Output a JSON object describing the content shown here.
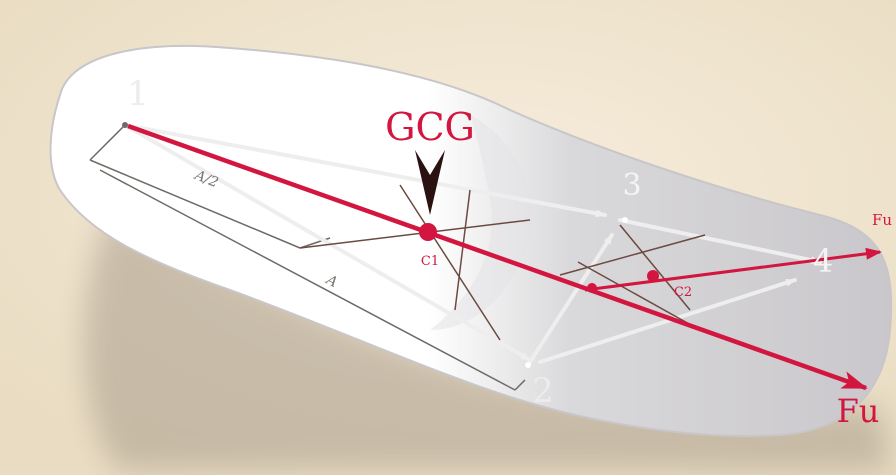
{
  "diagram": {
    "title": "GCG",
    "points": [
      {
        "id": "p1",
        "label": "1"
      },
      {
        "id": "p2",
        "label": "2"
      },
      {
        "id": "p3",
        "label": "3"
      },
      {
        "id": "p4",
        "label": "4"
      }
    ],
    "centers": [
      {
        "id": "c1",
        "label": "C1"
      },
      {
        "id": "c2",
        "label": "C2"
      }
    ],
    "force_labels": {
      "main": "Fu",
      "secondary": "Fu"
    },
    "dimension_labels": {
      "half": "A/2",
      "full": "A"
    },
    "colors": {
      "force": "#d2163f",
      "construction": "#e8e8e8",
      "bisector": "#6b4a40",
      "background": "#f2e6cf",
      "insole": "#ffffff"
    }
  }
}
